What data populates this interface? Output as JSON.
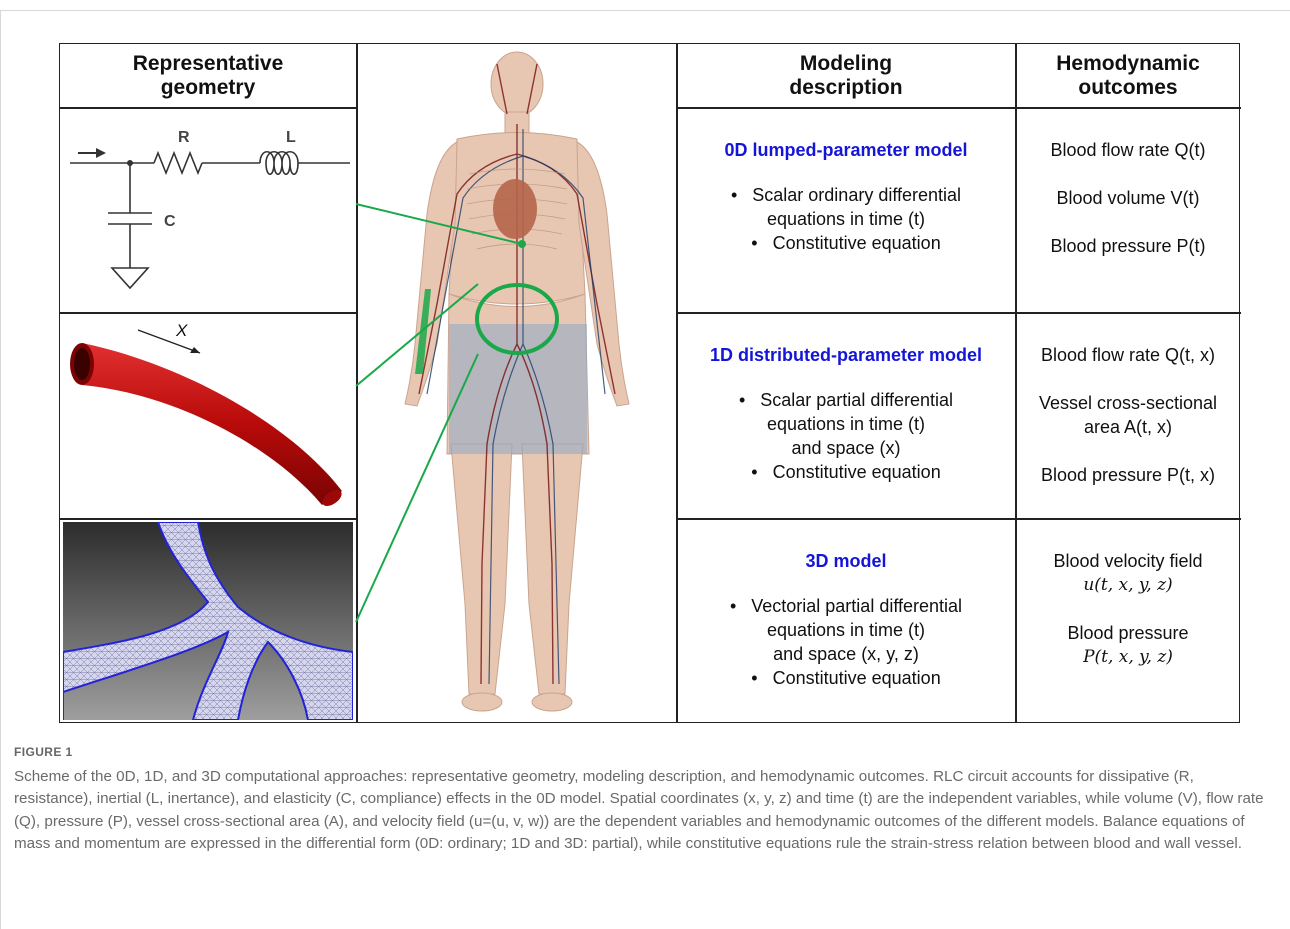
{
  "headers": {
    "geometry_l1": "Representative",
    "geometry_l2": "geometry",
    "modeling_l1": "Modeling",
    "modeling_l2": "description",
    "outcomes_l1": "Hemodynamic",
    "outcomes_l2": "outcomes"
  },
  "circuit": {
    "r_label": "R",
    "l_label": "L",
    "c_label": "C"
  },
  "tube": {
    "axis_label": "X"
  },
  "rows": [
    {
      "title": "0D lumped-parameter model",
      "bullets": [
        [
          "Scalar ordinary differential",
          "equations in time (t)"
        ],
        [
          "Constitutive equation"
        ]
      ],
      "outcomes": [
        [
          "Blood flow rate Q(t)"
        ],
        [
          "Blood volume V(t)"
        ],
        [
          "Blood pressure P(t)"
        ]
      ]
    },
    {
      "title": "1D distributed-parameter model",
      "bullets": [
        [
          "Scalar partial differential",
          "equations in time (t)",
          "and space (x)"
        ],
        [
          "Constitutive equation"
        ]
      ],
      "outcomes": [
        [
          "Blood flow rate Q(t, x)"
        ],
        [
          "Vessel cross-sectional",
          "area A(t, x)"
        ],
        [
          "Blood pressure P(t, x)"
        ]
      ]
    },
    {
      "title": "3D model",
      "bullets": [
        [
          "Vectorial partial differential",
          "equations in time (t)",
          "and space (x, y, z)"
        ],
        [
          "Constitutive equation"
        ]
      ],
      "outcomes": [
        [
          "Blood velocity field",
          "u(t, x, y, z)"
        ],
        [
          "Blood pressure",
          "P(t, x, y, z)"
        ]
      ]
    }
  ],
  "caption": {
    "label": "FIGURE 1",
    "text": "Scheme of the 0D, 1D, and 3D computational approaches: representative geometry, modeling description, and hemodynamic outcomes. RLC circuit accounts for dissipative (R, resistance), inertial (L, inertance), and elasticity (C, compliance) effects in the 0D model. Spatial coordinates (x, y, z) and time (t) are the independent variables, while volume (V), flow rate (Q), pressure (P), vessel cross-sectional area (A), and velocity field (u=(u, v, w)) are the dependent variables and hemodynamic outcomes of the different models. Balance equations of mass and momentum are expressed in the differential form (0D: ordinary; 1D and 3D: partial), while constitutive equations rule the strain-stress relation between blood and wall vessel."
  },
  "colors": {
    "title_blue": "#1515d8",
    "connector_green": "#1aa84a",
    "vessel_red": "#c81414",
    "mesh_blue": "#3a3af0"
  }
}
